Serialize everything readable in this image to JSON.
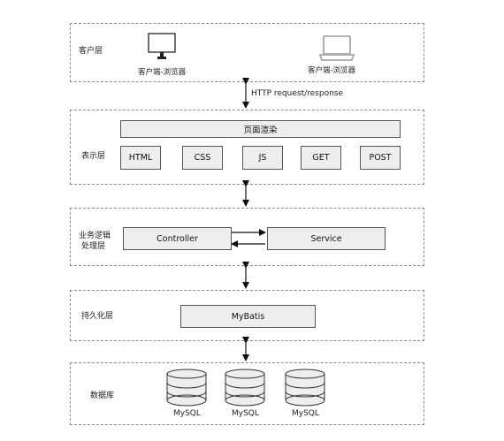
{
  "client_layer": {
    "label": "客户层",
    "desktop_caption": "客户端-浏览器",
    "laptop_caption": "客户端-浏览器",
    "desktop_icon": "desktop-monitor-icon",
    "laptop_icon": "laptop-icon"
  },
  "http_label": "HTTP request/response",
  "presentation_layer": {
    "label": "表示层",
    "render_box": "页面渲染",
    "items": [
      "HTML",
      "CSS",
      "JS",
      "GET",
      "POST"
    ]
  },
  "business_layer": {
    "label_line1": "业务逻辑",
    "label_line2": "处理层",
    "controller": "Controller",
    "service": "Service"
  },
  "persistence_layer": {
    "label": "持久化层",
    "mybatis": "MyBatis"
  },
  "database_layer": {
    "label": "数据库",
    "databases": [
      "MySQL",
      "MySQL",
      "MySQL"
    ],
    "db_icon": "database-cylinder-icon"
  },
  "colors": {
    "box_fill": "#eeeeee",
    "border": "#555555",
    "dashed_border": "#8a8a8a",
    "icon_gray": "#a8a8a8"
  }
}
